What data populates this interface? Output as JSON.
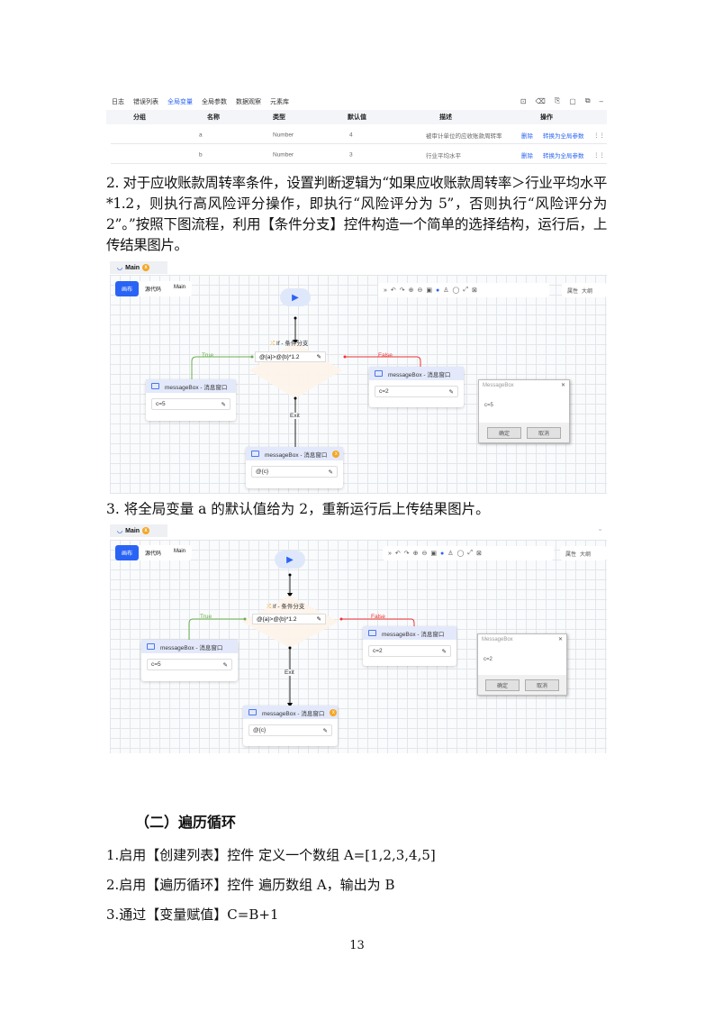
{
  "table_shot": {
    "toolbar": [
      "日志",
      "错误列表",
      "全局变量",
      "全局参数",
      "数据观察",
      "元素库"
    ],
    "active_tab": "全局变量",
    "headers": [
      "分组",
      "名称",
      "类型",
      "默认值",
      "描述",
      "操作"
    ],
    "rows": [
      {
        "name": "a",
        "type": "Number",
        "default": "4",
        "desc": "被审计单位的应收账款周转率",
        "delete": "删除",
        "convert": "转换为全局参数"
      },
      {
        "name": "b",
        "type": "Number",
        "default": "3",
        "desc": "行业平均水平",
        "delete": "删除",
        "convert": "转换为全局参数"
      }
    ]
  },
  "para2": "2. 对于应收账款周转率条件，设置判断逻辑为“如果应收账款周转率＞行业平均水平*1.2，则执行高风险评分操作，即执行“风险评分为 5”，否则执行“风险评分为 2”。”按照下图流程，利用【条件分支】控件构造一个简单的选择结构，运行后，上传结果图片。",
  "flow1": {
    "tab": "Main",
    "tab_badge": "x",
    "seg": [
      "画布",
      "源代码",
      "Main"
    ],
    "right_panel": [
      "属性",
      "大纲"
    ],
    "branch_title": "If - 条件分支",
    "condition": "@{a}>@{b}*1.2",
    "true_label": "True",
    "false_label": "False",
    "exit_label": "Exit",
    "left_node": {
      "title": "messageBox - 消息窗口",
      "value": "c=5"
    },
    "right_node": {
      "title": "messageBox - 消息窗口",
      "value": "c=2"
    },
    "bottom_node": {
      "title": "messageBox - 消息窗口",
      "value": "@{c}"
    },
    "dialog": {
      "title": "MessageBox",
      "message": "c=5",
      "ok": "确定",
      "cancel": "取消"
    }
  },
  "para3": "3. 将全局变量 a 的默认值给为 2，重新运行后上传结果图片。",
  "flow2": {
    "tab": "Main",
    "tab_badge": "x",
    "seg": [
      "画布",
      "源代码",
      "Main"
    ],
    "right_panel": [
      "属性",
      "大纲"
    ],
    "branch_title": "If - 条件分支",
    "condition": "@{a}>@{b}*1.2",
    "true_label": "True",
    "false_label": "False",
    "exit_label": "Exit",
    "left_node": {
      "title": "messageBox - 消息窗口",
      "value": "c=5"
    },
    "right_node": {
      "title": "messageBox - 消息窗口",
      "value": "c=2"
    },
    "bottom_node": {
      "title": "messageBox - 消息窗口",
      "value": "@{c}"
    },
    "dialog": {
      "title": "MessageBox",
      "message": "c=2",
      "ok": "确定",
      "cancel": "取消"
    }
  },
  "section_heading": "（二）遍历循环",
  "steps": [
    "1.启用【创建列表】控件 定义一个数组 A=[1,2,3,4,5]",
    "2.启用【遍历循环】控件 遍历数组 A，输出为 B",
    "3.通过【变量赋值】C=B+1"
  ],
  "page_number": "13"
}
